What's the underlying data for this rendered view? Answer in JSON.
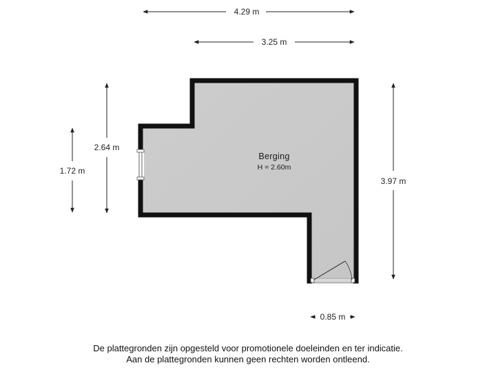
{
  "room": {
    "name": "Berging",
    "height_label": "H = 2.60m"
  },
  "dimensions": {
    "top_total": "4.29 m",
    "top_inner": "3.25 m",
    "left_outer": "2.64 m",
    "left_inner": "1.72 m",
    "right": "3.97 m",
    "bottom_door": "0.85 m"
  },
  "disclaimer": {
    "line1": "De plattegronden zijn opgesteld voor promotionele doeleinden en ter indicatie.",
    "line2": "Aan de plattegronden kunnen geen rechten worden ontleend."
  },
  "colors": {
    "wall": "#111111",
    "floor": "#cccccc",
    "dimension_line": "#222222"
  }
}
